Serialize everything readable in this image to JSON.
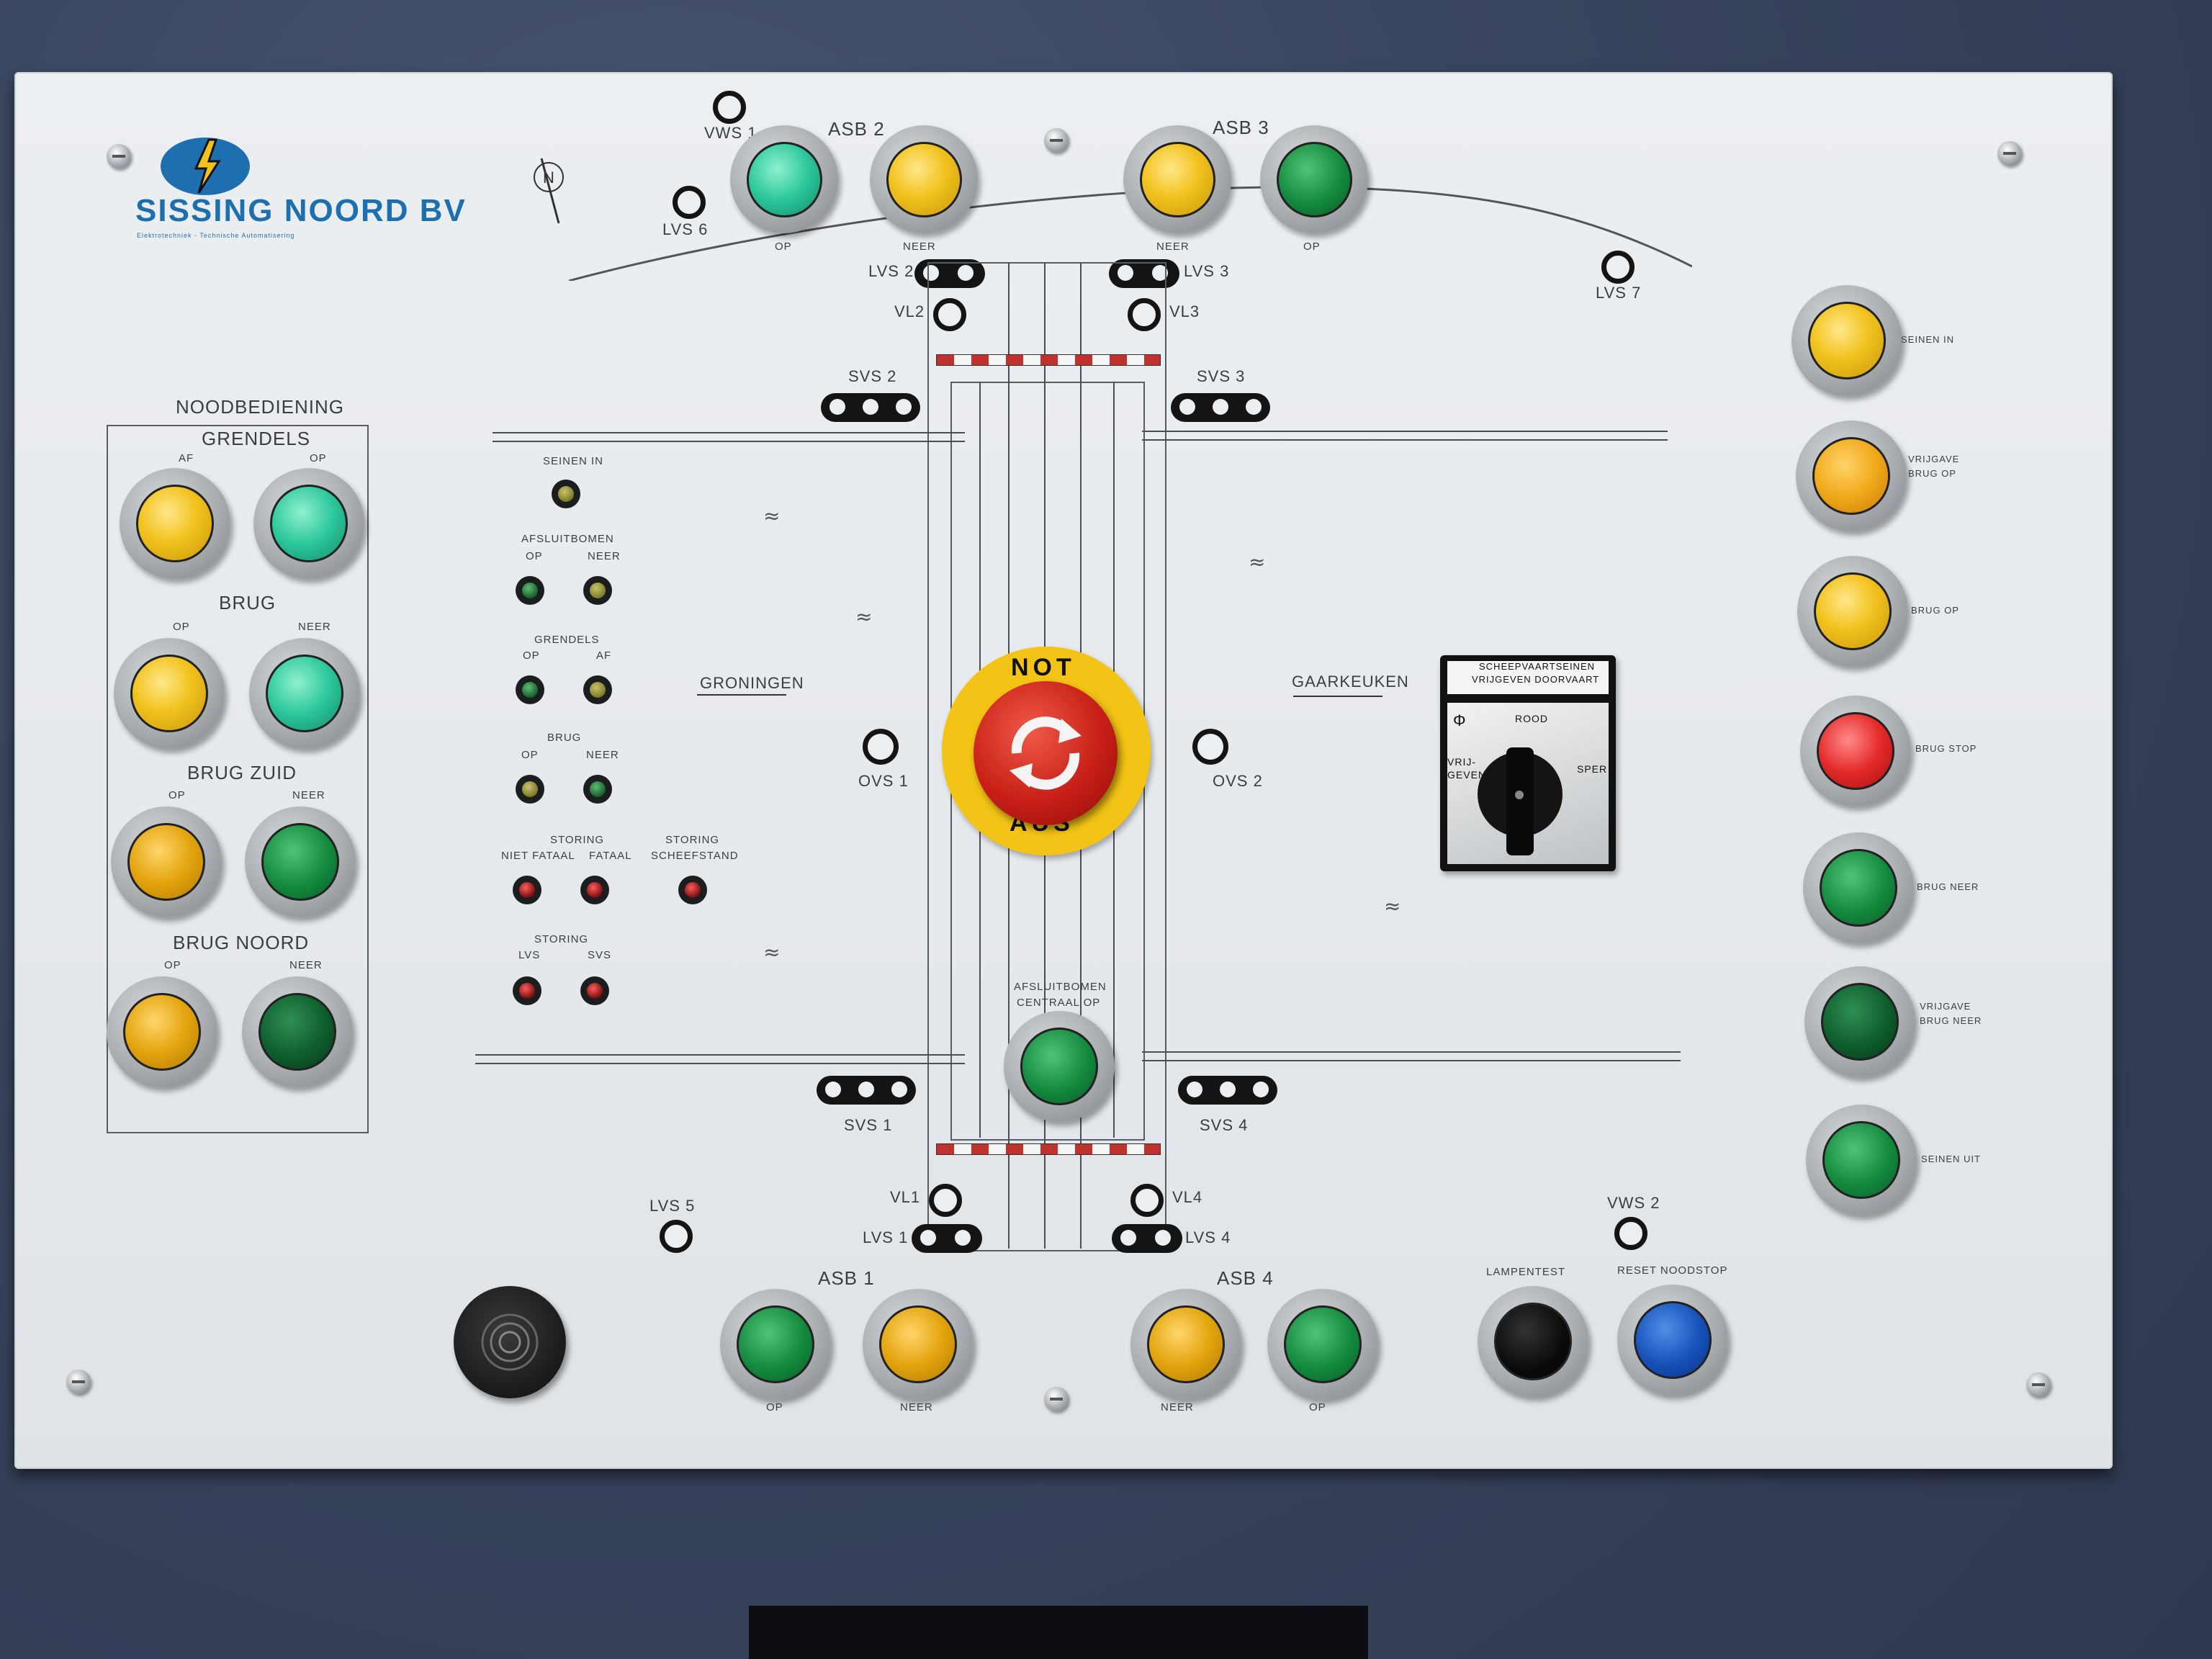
{
  "brand": {
    "name": "SISSING NOORD BV",
    "subtitle": "Elektrotechniek - Technische Automatisering",
    "color": "#1e6fb0"
  },
  "top": {
    "vws1": "VWS 1",
    "asb2": "ASB 2",
    "asb3": "ASB 3",
    "lvs6": "LVS 6",
    "lvs7": "LVS 7",
    "lvs2": "LVS 2",
    "lvs3": "LVS 3",
    "vl2": "VL2",
    "vl3": "VL3",
    "svs2": "SVS 2",
    "svs3": "SVS 3",
    "op": "OP",
    "neer": "NEER"
  },
  "noodbediening": {
    "title": "NOODBEDIENING",
    "grendels": "GRENDELS",
    "af": "AF",
    "op": "OP",
    "brug": "BRUG",
    "neer": "NEER",
    "brug_zuid": "BRUG ZUID",
    "brug_noord": "BRUG NOORD"
  },
  "indicators": {
    "seinen_in": "SEINEN IN",
    "afsluitbomen": "AFSLUITBOMEN",
    "op": "OP",
    "neer": "NEER",
    "grendels": "GRENDELS",
    "af": "AF",
    "brug": "BRUG",
    "storing": "STORING",
    "niet_fataal": "NIET FATAAL",
    "fataal": "FATAAL",
    "storing2": "STORING",
    "scheefstand": "SCHEEFSTAND",
    "storing3": "STORING",
    "lvs": "LVS",
    "svs": "SVS"
  },
  "center": {
    "groningen": "GRONINGEN",
    "gaarkeuken": "GAARKEUKEN",
    "ovs1": "OVS 1",
    "ovs2": "OVS 2",
    "estop_top": "NOT",
    "estop_bottom": "AUS",
    "afsluitbomen_centraal": "AFSLUITBOMEN",
    "centraal_op": "CENTRAAL OP"
  },
  "selector": {
    "title1": "SCHEEPVAARTSEINEN",
    "title2": "VRIJGEVEN DOORVAART",
    "phi": "Φ",
    "rood": "ROOD",
    "vrijgeven1": "VRIJ-",
    "vrijgeven2": "GEVEN",
    "sper": "SPER"
  },
  "bottom": {
    "svs1": "SVS 1",
    "svs4": "SVS 4",
    "vl1": "VL1",
    "vl4": "VL4",
    "lvs1": "LVS 1",
    "lvs4": "LVS 4",
    "lvs5": "LVS 5",
    "vws2": "VWS 2",
    "asb1": "ASB 1",
    "asb4": "ASB 4",
    "op": "OP",
    "neer": "NEER",
    "lampentest": "LAMPENTEST",
    "reset": "RESET NOODSTOP"
  },
  "right": {
    "seinen_in": "SEINEN IN",
    "vrijgave_op1": "VRIJGAVE",
    "vrijgave_op2": "BRUG OP",
    "brug_op": "BRUG OP",
    "brug_stop": "BRUG STOP",
    "brug_neer": "BRUG NEER",
    "vrijgave_neer1": "VRIJGAVE",
    "vrijgave_neer2": "BRUG NEER",
    "seinen_uit": "SEINEN UIT"
  },
  "colors": {
    "panel": "#eceff2",
    "yellow": "#f2c21e",
    "teal": "#2bc79a",
    "green": "#138a3e",
    "red": "#e52a2a",
    "blue": "#1650b8"
  }
}
